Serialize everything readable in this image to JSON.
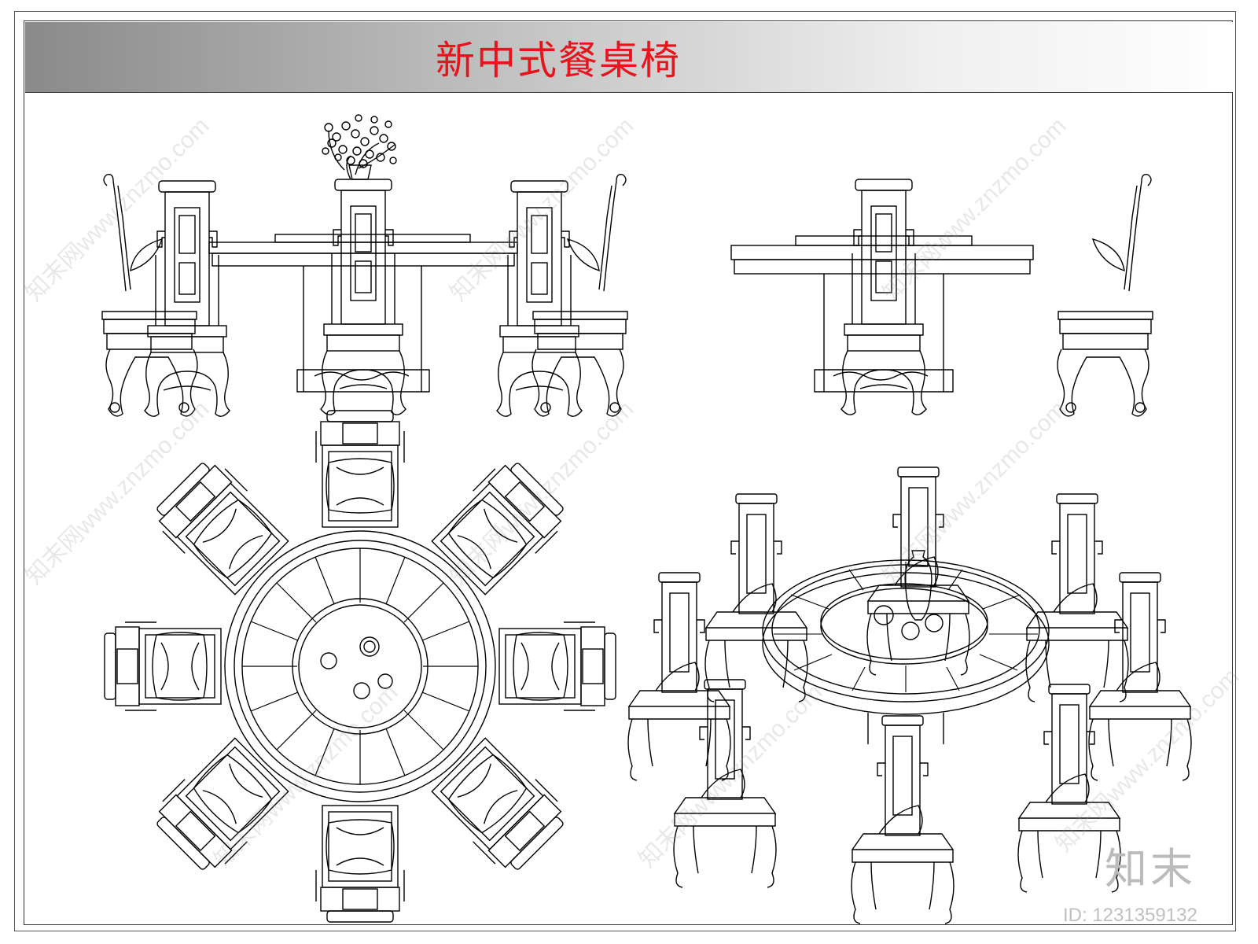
{
  "title": "新中式餐桌椅",
  "brand": "知末",
  "id_label": "ID: 1231359132",
  "watermark": "知末网www.znzmo.com",
  "colors": {
    "title": "#e8141c",
    "line": "#000000",
    "frame": "#333333"
  },
  "views": [
    "front-elevation",
    "side-elevation",
    "plan",
    "perspective"
  ]
}
